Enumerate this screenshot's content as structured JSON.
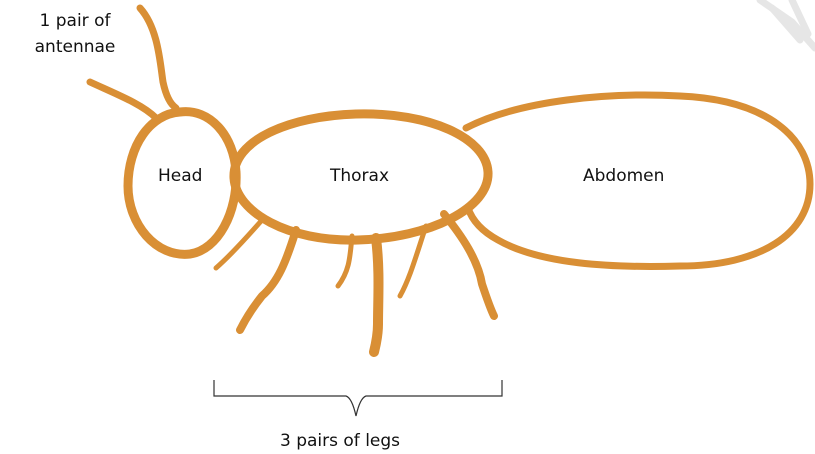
{
  "labels": {
    "antennae": "1 pair of antennae",
    "head": "Head",
    "thorax": "Thorax",
    "abdomen": "Abdomen",
    "legs": "3 pairs of legs"
  },
  "colors": {
    "outline": "#d98f35",
    "bracket": "#333333",
    "watermark": "#e6e6e6"
  }
}
